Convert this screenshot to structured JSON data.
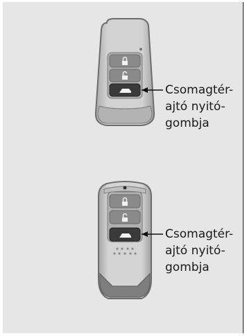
{
  "panel": {
    "background": "#e6e6e6",
    "key_body_color": "#c8c8c8",
    "button_color": "#8a8a8a",
    "trunk_button_color": "#3a3a3a"
  },
  "callouts": [
    {
      "lines": [
        "Csomagtér-",
        "ajtó nyitó-",
        "gombja"
      ]
    },
    {
      "lines": [
        "Csomagtér-",
        "ajtó nyitó-",
        "gombja"
      ]
    }
  ],
  "icons": [
    "lock-icon",
    "unlock-icon",
    "trunk-icon"
  ]
}
